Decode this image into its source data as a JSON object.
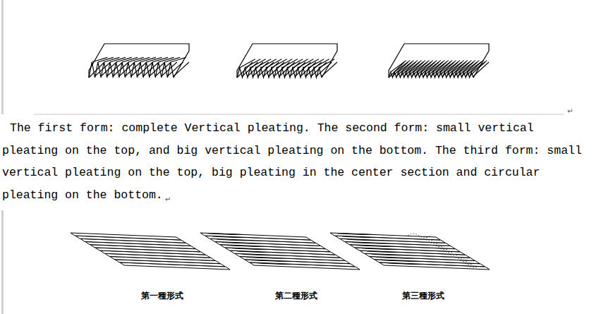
{
  "diagram": {
    "labels": [
      "↵",
      "The first form: complete Vertical pleating. The second form: small vertical pleating on the top, and big vertical pleating on the bottom. The third form: small vertical pleating on the top, big pleating in the center section and circular pleating on the bottom.",
      "↵",
      "第一種形式",
      "第二種形式",
      "第三種形式"
    ]
  }
}
